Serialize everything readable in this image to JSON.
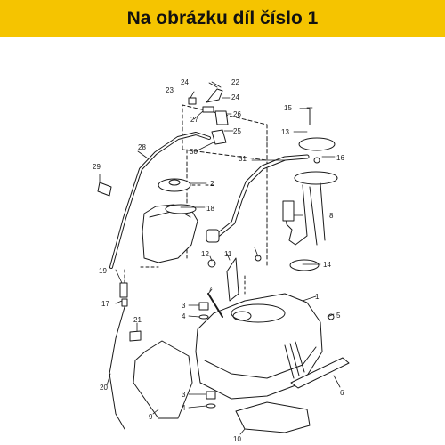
{
  "header": {
    "title": "Na obrázku díl číslo 1",
    "background": "#f5c400"
  },
  "diagram": {
    "line_color": "#1a1a1a",
    "parts": [
      {
        "id": "label-1",
        "text": "1"
      },
      {
        "id": "label-2",
        "text": "2"
      },
      {
        "id": "label-3a",
        "text": "3"
      },
      {
        "id": "label-3b",
        "text": "3"
      },
      {
        "id": "label-4a",
        "text": "4"
      },
      {
        "id": "label-4b",
        "text": "4"
      },
      {
        "id": "label-5",
        "text": "5"
      },
      {
        "id": "label-6",
        "text": "6"
      },
      {
        "id": "label-7",
        "text": "7"
      },
      {
        "id": "label-8",
        "text": "8"
      },
      {
        "id": "label-9",
        "text": "9"
      },
      {
        "id": "label-10",
        "text": "10"
      },
      {
        "id": "label-11",
        "text": "11"
      },
      {
        "id": "label-12",
        "text": "12"
      },
      {
        "id": "label-13",
        "text": "13"
      },
      {
        "id": "label-14",
        "text": "14"
      },
      {
        "id": "label-15",
        "text": "15"
      },
      {
        "id": "label-16",
        "text": "16"
      },
      {
        "id": "label-17",
        "text": "17"
      },
      {
        "id": "label-18",
        "text": "18"
      },
      {
        "id": "label-19",
        "text": "19"
      },
      {
        "id": "label-20",
        "text": "20"
      },
      {
        "id": "label-21",
        "text": "21"
      },
      {
        "id": "label-22",
        "text": "22"
      },
      {
        "id": "label-23",
        "text": "23"
      },
      {
        "id": "label-24a",
        "text": "24"
      },
      {
        "id": "label-24b",
        "text": "24"
      },
      {
        "id": "label-25",
        "text": "25"
      },
      {
        "id": "label-26",
        "text": "26"
      },
      {
        "id": "label-27",
        "text": "27"
      },
      {
        "id": "label-28",
        "text": "28"
      },
      {
        "id": "label-29",
        "text": "29"
      },
      {
        "id": "label-30",
        "text": "30"
      },
      {
        "id": "label-31",
        "text": "31"
      }
    ]
  }
}
